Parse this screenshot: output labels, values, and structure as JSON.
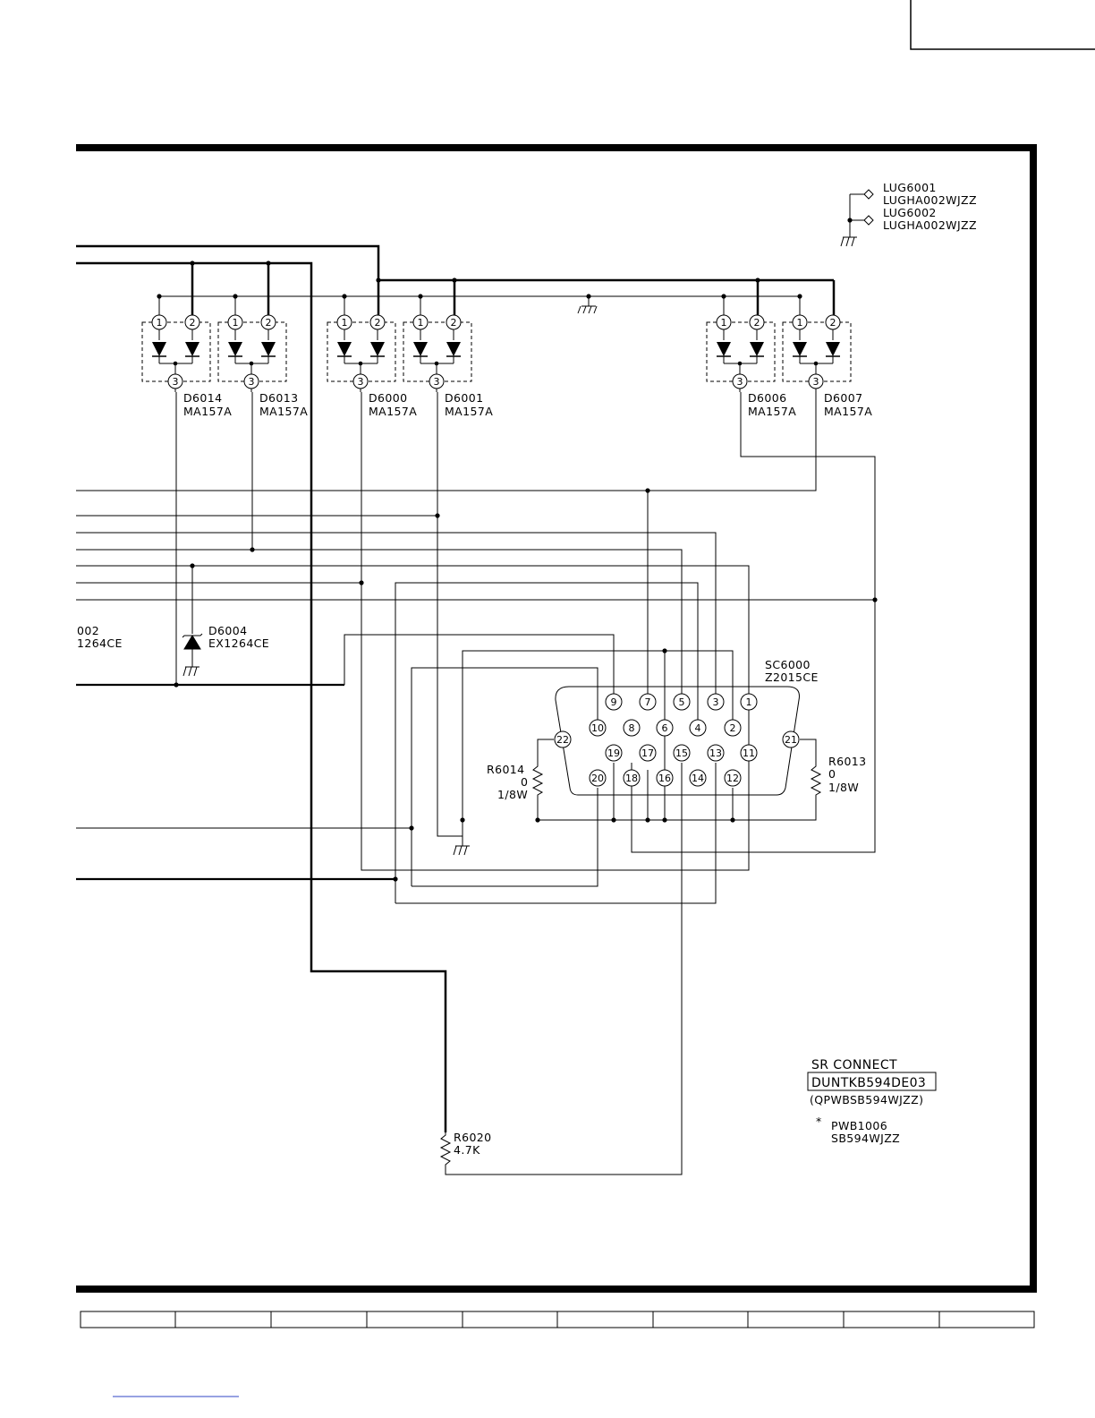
{
  "lugs": {
    "l1_ref": "LUG6001",
    "l1_part": "LUGHA002WJZZ",
    "l2_ref": "LUG6002",
    "l2_part": "LUGHA002WJZZ"
  },
  "diodes": [
    {
      "ref": "D6014",
      "part": "MA157A"
    },
    {
      "ref": "D6013",
      "part": "MA157A"
    },
    {
      "ref": "D6000",
      "part": "MA157A"
    },
    {
      "ref": "D6001",
      "part": "MA157A"
    },
    {
      "ref": "D6006",
      "part": "MA157A"
    },
    {
      "ref": "D6007",
      "part": "MA157A"
    }
  ],
  "zeners": {
    "cut_ref": "002",
    "cut_part": "1264CE",
    "ref": "D6004",
    "part": "EX1264CE"
  },
  "connector": {
    "ref": "SC6000",
    "part": "Z2015CE",
    "row1": [
      "9",
      "7",
      "5",
      "3",
      "1"
    ],
    "row2": [
      "10",
      "8",
      "6",
      "4",
      "2"
    ],
    "row3": [
      "19",
      "17",
      "15",
      "13",
      "11"
    ],
    "row4": [
      "20",
      "18",
      "16",
      "14",
      "12"
    ],
    "side_left": "22",
    "side_right": "21",
    "pin_labels": [
      "1",
      "2"
    ]
  },
  "resistors": {
    "r6014": {
      "ref": "R6014",
      "value": "0",
      "power": "1/8W"
    },
    "r6013": {
      "ref": "R6013",
      "value": "0",
      "power": "1/8W"
    },
    "r6020": {
      "ref": "R6020",
      "value": "4.7K"
    }
  },
  "board": {
    "title": "SR CONNECT",
    "code": "DUNTKB594DE03",
    "alt": "(QPWBSB594WJZZ)",
    "pwb_ref": "PWB1006",
    "pwb_part": "SB594WJZZ",
    "star": "*"
  }
}
